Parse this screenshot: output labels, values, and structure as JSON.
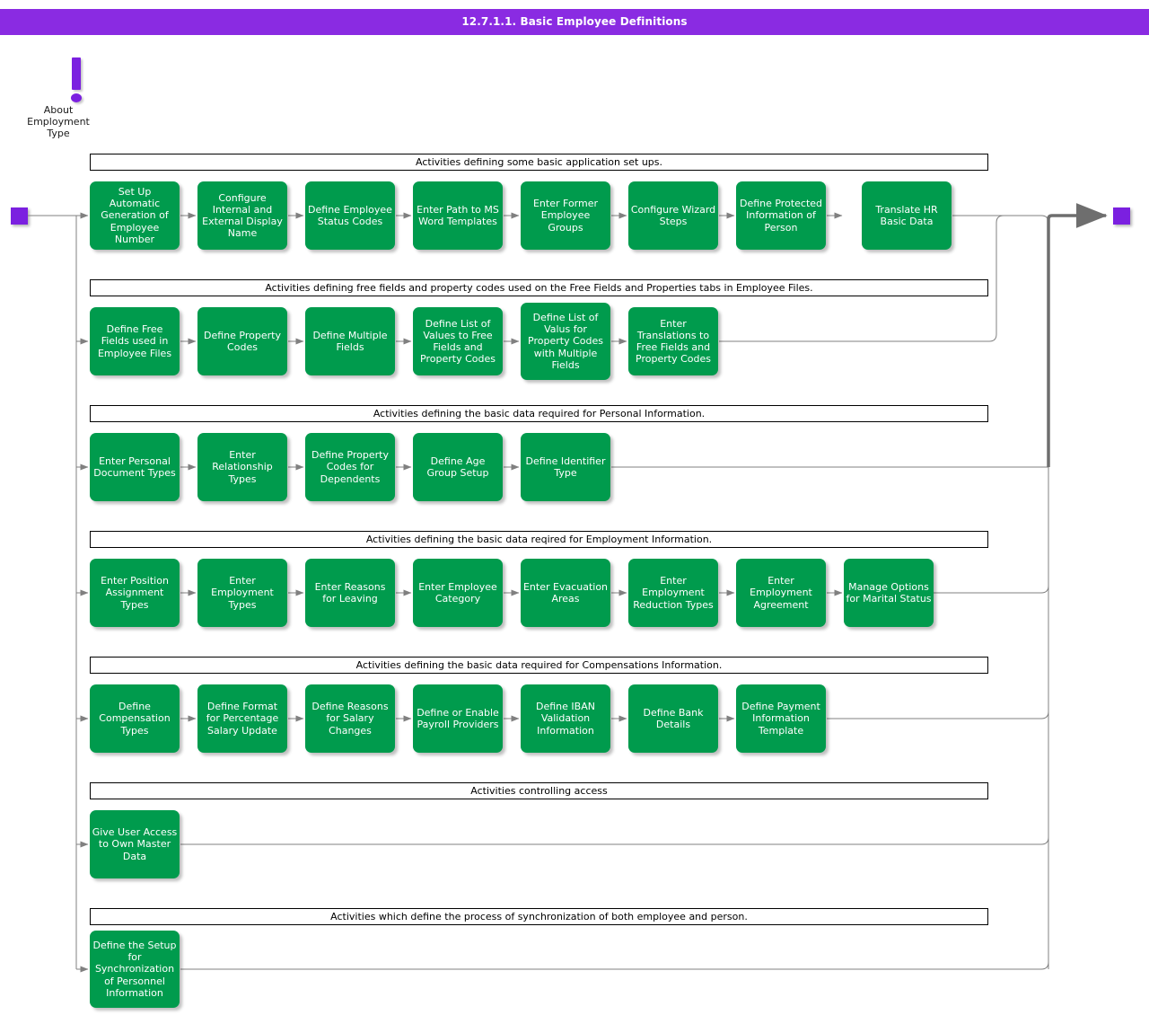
{
  "title": "12.7.1.1. Basic Employee Definitions",
  "colors": {
    "title_bar": "#8A2BE2",
    "terminator": "#7B20E0",
    "node_fill": "#009B4D",
    "node_text": "#FFFFFF",
    "wire": "#808080",
    "section_border": "#000000"
  },
  "note": {
    "icon": "exclamation-note-icon",
    "label": "About\nEmployment\nType",
    "line1": "About",
    "line2": "Employment",
    "line3": "Type"
  },
  "terminators": {
    "start": "start-terminator",
    "end": "end-terminator"
  },
  "sections": [
    {
      "id": "basic-setup",
      "header": "Activities defining some basic application set ups.",
      "nodes": [
        "Set Up Automatic Generation of Employee Number",
        "Configure Internal and External Display Name",
        "Define Employee Status Codes",
        "Enter Path to MS Word Templates",
        "Enter Former Employee Groups",
        "Configure Wizard Steps",
        "Define Protected Information of Person",
        "Translate HR Basic Data"
      ]
    },
    {
      "id": "free-fields",
      "header": "Activities defining free fields and property codes used on the Free Fields and Properties tabs in Employee Files.",
      "nodes": [
        "Define Free Fields used in Employee Files",
        "Define Property Codes",
        "Define Multiple Fields",
        "Define List of Values to Free Fields and Property Codes",
        "Define List of Valus for Property Codes with Multiple Fields",
        "Enter Translations to Free Fields and Property Codes"
      ]
    },
    {
      "id": "personal-information",
      "header": "Activities defining the basic data required for Personal Information.",
      "nodes": [
        "Enter Personal Document Types",
        "Enter Relationship Types",
        "Define Property Codes for Dependents",
        "Define Age Group Setup",
        "Define Identifier Type"
      ]
    },
    {
      "id": "employment-information",
      "header": "Activities defining the basic data reqired for Employment Information.",
      "nodes": [
        "Enter Position Assignment Types",
        "Enter Employment Types",
        "Enter Reasons for Leaving",
        "Enter Employee Category",
        "Enter Evacuation Areas",
        "Enter Employment Reduction Types",
        "Enter Employment Agreement",
        "Manage Options for Marital Status"
      ]
    },
    {
      "id": "compensations-information",
      "header": "Activities defining the basic data required for Compensations Information.",
      "nodes": [
        "Define Compensation Types",
        "Define Format for Percentage Salary Update",
        "Define Reasons for Salary Changes",
        "Define or Enable Payroll Providers",
        "Define IBAN Validation Information",
        "Define Bank Details",
        "Define Payment Information Template"
      ]
    },
    {
      "id": "access-control",
      "header": "Activities controlling access",
      "nodes": [
        "Give User Access to Own Master Data"
      ]
    },
    {
      "id": "synchronization",
      "header": "Activities which define the process of synchronization of both employee and person.",
      "nodes": [
        "Define the Setup for Synchronization of Personnel Information"
      ]
    }
  ]
}
